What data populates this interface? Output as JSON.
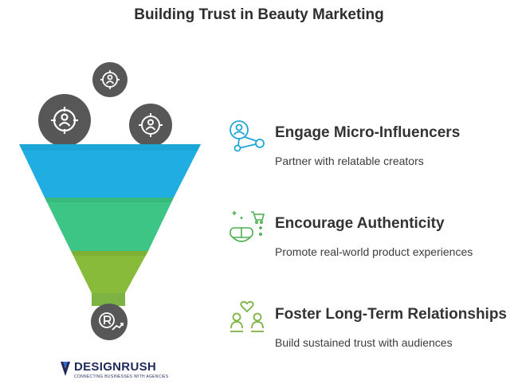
{
  "title": "Building Trust in Beauty Marketing",
  "colors": {
    "circle": "#575757",
    "icon_stroke": "#ffffff",
    "stage_1": "#20aee2",
    "stage_2": "#3cc585",
    "stage_3": "#88bb3a",
    "spout": "#7cb342",
    "step_icon_blue": "#1ea6d8",
    "step_icon_green": "#4caf50",
    "step_icon_lime": "#7cb342"
  },
  "funnel": {
    "top_icons": [
      "target-user-icon",
      "target-user-icon",
      "target-user-icon"
    ],
    "bottom_icon": "registered-growth-icon",
    "stages": [
      "stage-1",
      "stage-2",
      "stage-3"
    ]
  },
  "steps": [
    {
      "icon": "network-user-icon",
      "heading": "Engage Micro-Influencers",
      "description": "Partner with relatable creators"
    },
    {
      "icon": "vr-shopping-icon",
      "heading": "Encourage Authenticity",
      "description": "Promote real-world product experiences"
    },
    {
      "icon": "people-heart-icon",
      "heading": "Foster Long-Term Relationships",
      "description": "Build sustained trust with audiences"
    }
  ],
  "brand": {
    "name": "DESIGNRUSH",
    "tagline": "CONNECTING BUSINESSES WITH AGENCIES"
  }
}
